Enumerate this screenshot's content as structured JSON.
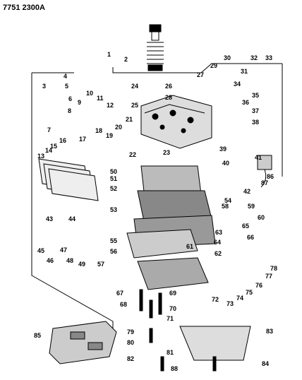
{
  "header": {
    "code": "7751 2300A"
  },
  "callouts": [
    "1",
    "2",
    "3",
    "4",
    "5",
    "6",
    "7",
    "8",
    "9",
    "10",
    "11",
    "12",
    "13",
    "14",
    "15",
    "16",
    "17",
    "18",
    "19",
    "20",
    "21",
    "22",
    "23",
    "24",
    "25",
    "26",
    "27",
    "28",
    "29",
    "30",
    "31",
    "32",
    "33",
    "34",
    "35",
    "36",
    "37",
    "38",
    "39",
    "40",
    "41",
    "42",
    "43",
    "44",
    "45",
    "46",
    "47",
    "48",
    "49",
    "50",
    "51",
    "52",
    "53",
    "54",
    "55",
    "56",
    "57",
    "58",
    "59",
    "60",
    "61",
    "62",
    "63",
    "64",
    "65",
    "66",
    "67",
    "68",
    "69",
    "70",
    "71",
    "72",
    "73",
    "74",
    "75",
    "76",
    "77",
    "78",
    "79",
    "80",
    "81",
    "82",
    "83",
    "84",
    "85",
    "86",
    "87",
    "88"
  ]
}
